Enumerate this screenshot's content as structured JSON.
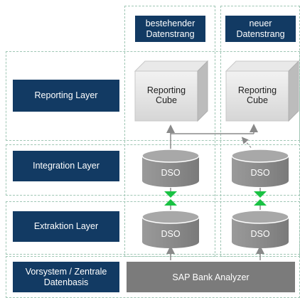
{
  "columns": {
    "existing_header": "bestehender Datenstrang",
    "new_header": "neuer Datenstrang"
  },
  "layers": {
    "reporting": "Reporting Layer",
    "integration": "Integration Layer",
    "extraction": "Extraktion Layer",
    "source": "Vorsystem / Zentrale Datenbasis"
  },
  "cubes": {
    "existing": "Reporting Cube",
    "new": "Reporting Cube"
  },
  "dso": {
    "label": "DSO"
  },
  "source_system": "SAP Bank Analyzer",
  "colors": {
    "navy": "#123a63",
    "dashed_border": "#9fc6b4",
    "cylinder_gray": "#8a8a8a",
    "green_connector": "#19c243",
    "sap_bar": "#7b7b7b"
  }
}
